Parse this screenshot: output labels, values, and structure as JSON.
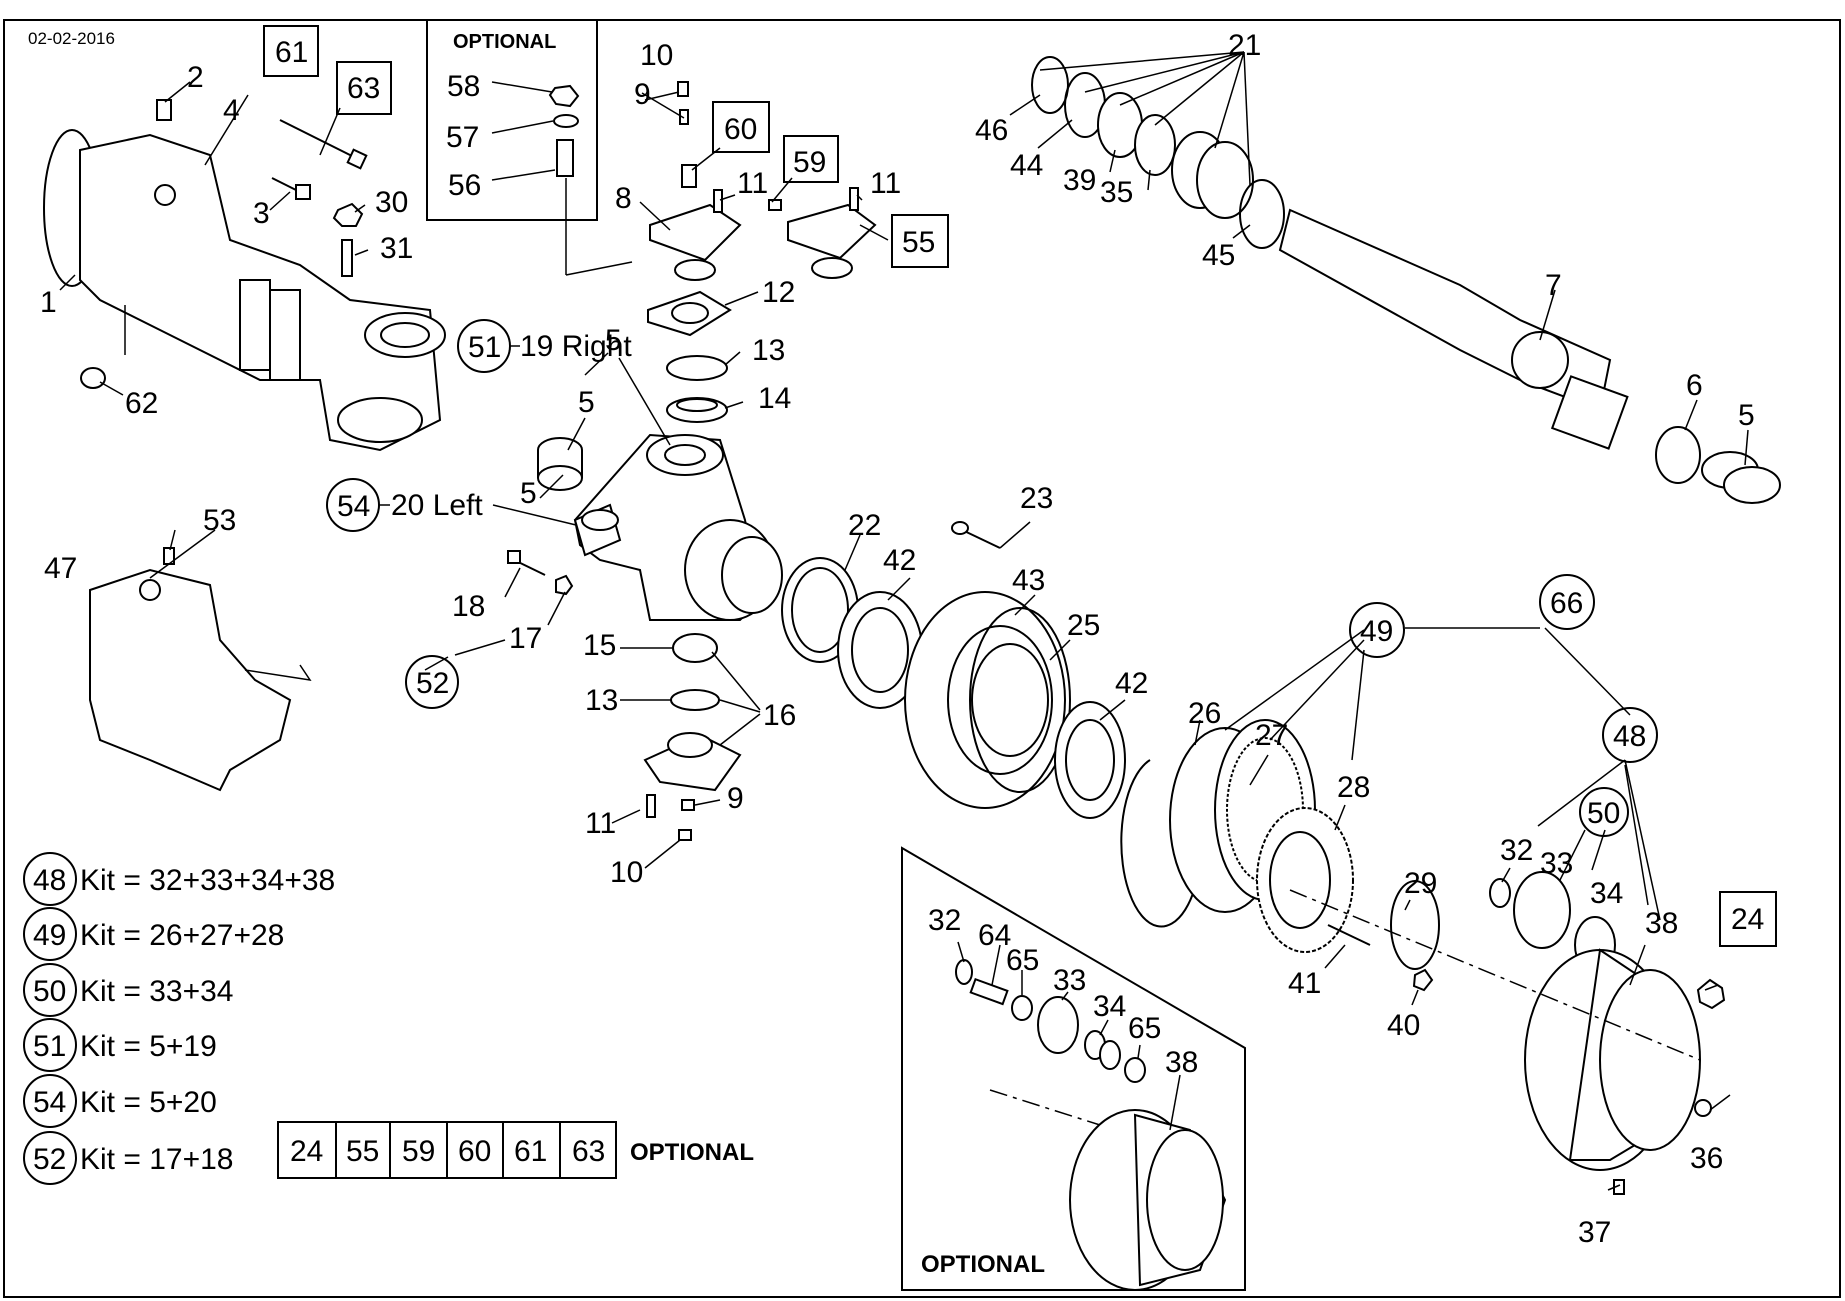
{
  "date": "02-02-2016",
  "optional_label": "OPTIONAL",
  "optional_top_label": "OPTIONAL",
  "optional_bottom_label": "OPTIONAL",
  "right_label": "19 Right",
  "left_label": "20 Left",
  "callouts": [
    "1",
    "2",
    "3",
    "4",
    "5",
    "5",
    "5",
    "5",
    "6",
    "7",
    "8",
    "9",
    "9",
    "10",
    "10",
    "11",
    "11",
    "11",
    "12",
    "13",
    "13",
    "14",
    "15",
    "16",
    "17",
    "18",
    "21",
    "22",
    "23",
    "25",
    "26",
    "27",
    "28",
    "29",
    "30",
    "31",
    "32",
    "32",
    "33",
    "33",
    "34",
    "34",
    "35",
    "36",
    "37",
    "38",
    "38",
    "39",
    "40",
    "41",
    "42",
    "42",
    "43",
    "44",
    "45",
    "46",
    "47",
    "53",
    "56",
    "57",
    "58",
    "62",
    "64",
    "65",
    "65"
  ],
  "boxed_callouts": [
    "61",
    "63",
    "60",
    "59",
    "55",
    "24"
  ],
  "circled_callouts": [
    "51",
    "54",
    "52",
    "49",
    "66",
    "48",
    "50"
  ],
  "kits": [
    {
      "id": "48",
      "text": "Kit = 32+33+34+38"
    },
    {
      "id": "49",
      "text": "Kit = 26+27+28"
    },
    {
      "id": "50",
      "text": "Kit = 33+34"
    },
    {
      "id": "51",
      "text": "Kit = 5+19"
    },
    {
      "id": "54",
      "text": "Kit = 5+20"
    },
    {
      "id": "52",
      "text": "Kit = 17+18"
    }
  ],
  "optional_table": [
    "24",
    "55",
    "59",
    "60",
    "61",
    "63"
  ]
}
